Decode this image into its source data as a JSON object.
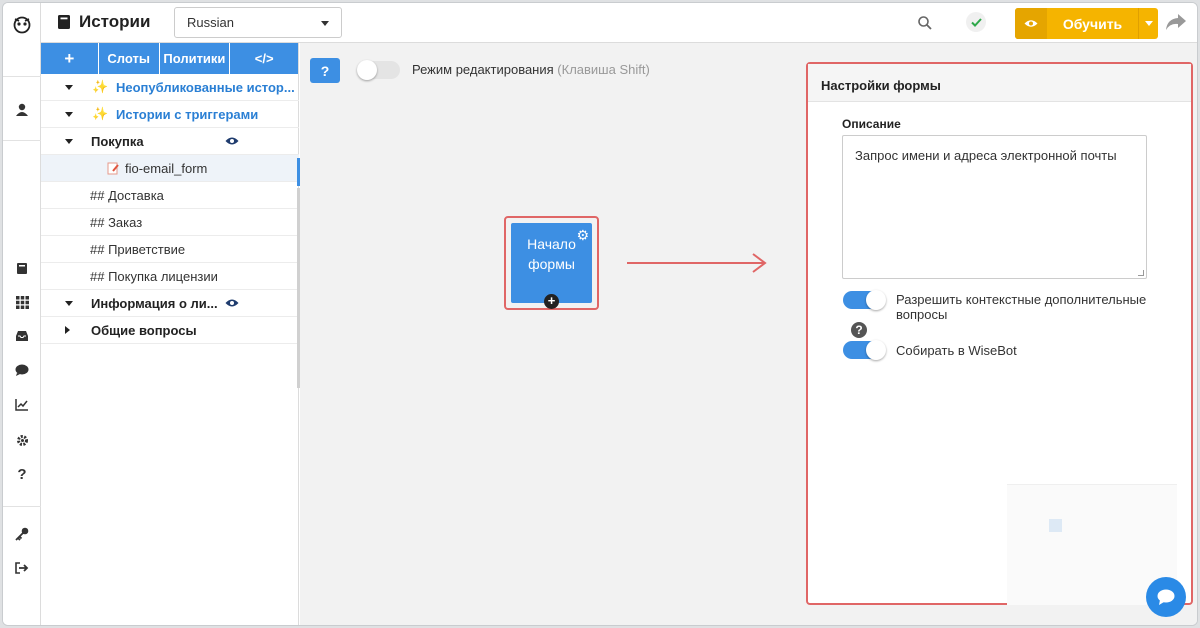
{
  "topbar": {
    "title": "Истории",
    "language": "Russian",
    "train_label": "Обучить"
  },
  "panel": {
    "tabs": [
      "+",
      "Слоты",
      "Политики",
      "</>"
    ],
    "tree": [
      {
        "label": "Неопубликованные истор...",
        "style": "blue",
        "expanded": true
      },
      {
        "label": "Истории с триггерами",
        "style": "blue",
        "expanded": true
      },
      {
        "label": "Покупка",
        "style": "bold",
        "expanded": true
      },
      {
        "label": "fio-email_form",
        "style": "file"
      },
      {
        "label": "## Доставка",
        "style": "story"
      },
      {
        "label": "## Заказ",
        "style": "story"
      },
      {
        "label": "## Приветствие",
        "style": "story"
      },
      {
        "label": "## Покупка лицензии",
        "style": "story"
      },
      {
        "label": "Информация о ли...",
        "style": "bold",
        "expanded": true
      },
      {
        "label": "Общие вопросы",
        "style": "bold",
        "expanded": false
      }
    ]
  },
  "canvas": {
    "help": "?",
    "edit_mode_label": "Режим редактирования",
    "edit_mode_hint": "(Клавиша Shift)",
    "node_label_line1": "Начало",
    "node_label_line2": "формы"
  },
  "form_settings": {
    "title": "Настройки формы",
    "description_label": "Описание",
    "description_value": "Запрос имени и адреса электронной почты",
    "option1_line1": "Разрешить контекстные дополнительные",
    "option1_line2": "вопросы",
    "option2": "Собирать в WiseBot"
  },
  "colors": {
    "accent": "#3d8fe3",
    "train": "#f5b400",
    "highlight": "#e06666"
  }
}
